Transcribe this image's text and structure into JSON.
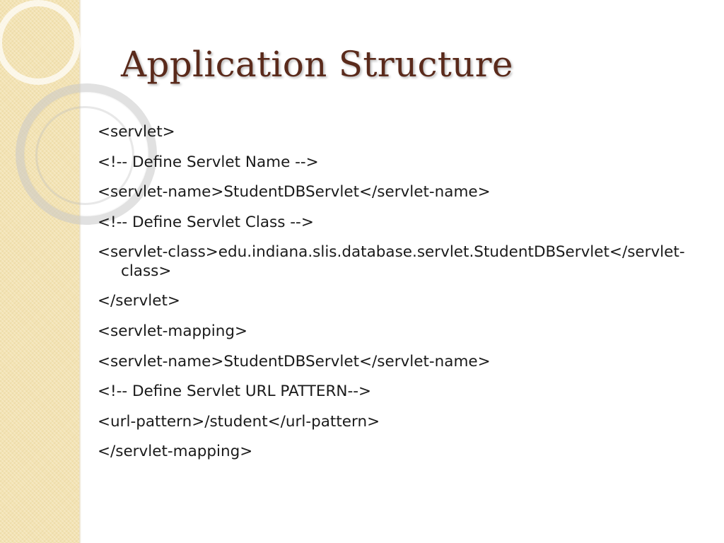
{
  "slide": {
    "title": "Application Structure",
    "lines": [
      "<servlet>",
      "<!-- Define Servlet Name -->",
      "<servlet-name>StudentDBServlet</servlet-name>",
      "<!-- Define Servlet Class -->",
      "<servlet-class>edu.indiana.slis.database.servlet.StudentDBServlet</servlet-class>",
      "</servlet>",
      "<servlet-mapping>",
      "<servlet-name>StudentDBServlet</servlet-name>",
      "<!-- Define Servlet URL PATTERN-->",
      "<url-pattern>/student</url-pattern>",
      "</servlet-mapping>"
    ]
  },
  "colors": {
    "title": "#5a2a1b",
    "body_text": "#1a1a1a",
    "side_band": "#f3e3b4"
  }
}
